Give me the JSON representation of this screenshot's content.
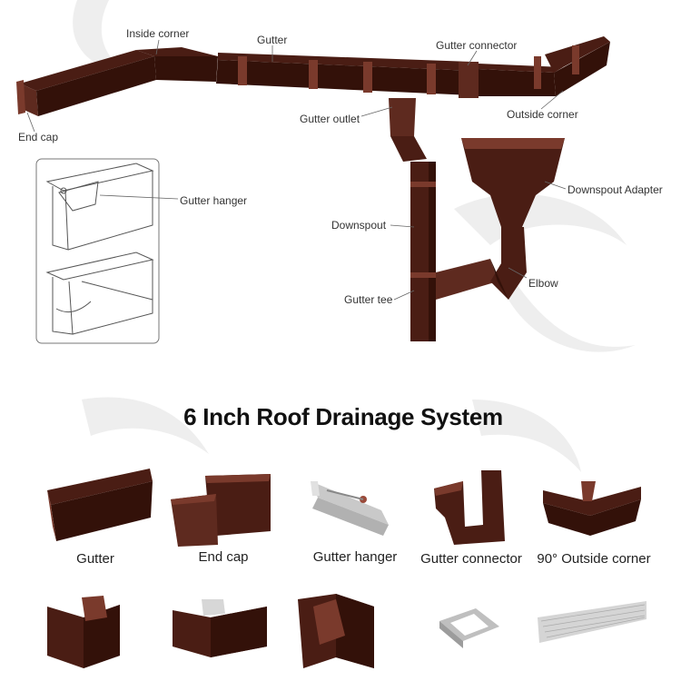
{
  "title": "6 Inch Roof Drainage System",
  "callouts": {
    "inside_corner": "Inside corner",
    "gutter": "Gutter",
    "gutter_connector": "Gutter connector",
    "end_cap": "End cap",
    "gutter_outlet": "Gutter outlet",
    "outside_corner": "Outside corner",
    "gutter_hanger": "Gutter hanger",
    "downspout_adapter": "Downspout Adapter",
    "downspout": "Downspout",
    "elbow": "Elbow",
    "gutter_tee": "Gutter tee"
  },
  "products": [
    {
      "label": "Gutter"
    },
    {
      "label": "End cap"
    },
    {
      "label": "Gutter hanger"
    },
    {
      "label": "Gutter connector"
    },
    {
      "label": "90° Outside corner"
    }
  ],
  "colors": {
    "product_brown": "#4a1d14",
    "title": "#111111",
    "label": "#333333"
  }
}
